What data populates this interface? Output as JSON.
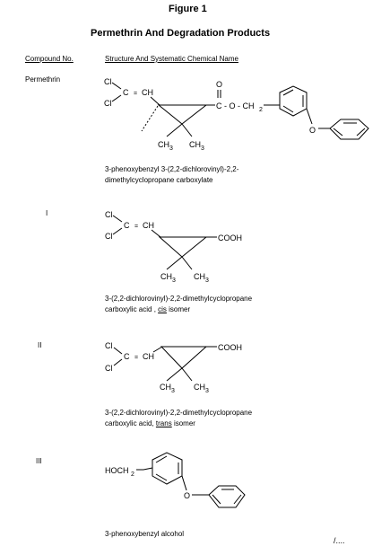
{
  "figure_title": "Figure 1",
  "subtitle": "Permethrin And Degradation Products",
  "headers": {
    "compound_no": "Compound No.",
    "structure": "Structure And Systematic Chemical Name"
  },
  "atoms": {
    "cl": "Cl",
    "c": "C",
    "ch": "CH",
    "eq": "=",
    "o": "O",
    "ch3": "CH",
    "sub3": "3",
    "cooh": "COOH",
    "ester": "C - O - CH",
    "sub2": "2",
    "hoch": "HOCH"
  },
  "compounds": [
    {
      "label": "Permethrin",
      "name_line1": "3-phenoxybenzyl 3-(2,2-dichlorovinyl)-2,2-",
      "name_line2": "dimethylcyclopropane carboxylate"
    },
    {
      "label": "I",
      "name_line1": "3-(2,2-dichlorovinyl)-2,2-dimethylcyclopropane",
      "name_line2_prefix": "carboxylic acid , ",
      "name_line2_isomer": "cis",
      "name_line2_suffix": " isomer"
    },
    {
      "label": "II",
      "name_line1": "3-(2,2-dichlorovinyl)-2,2-dimethylcyclopropane",
      "name_line2_prefix": "carboxylic acid, ",
      "name_line2_isomer": "trans",
      "name_line2_suffix": " isomer"
    },
    {
      "label": "III",
      "name_line1": "3-phenoxybenzyl alcohol"
    }
  ],
  "continuation": "/...."
}
